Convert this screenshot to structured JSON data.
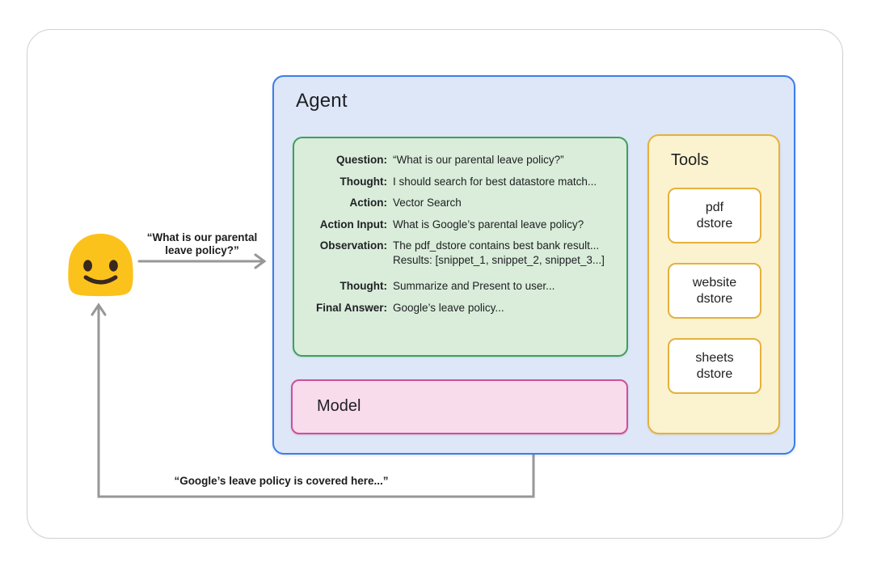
{
  "colors": {
    "agent_border": "#3d7de9",
    "agent_bg": "#dde7f8",
    "scratchpad_border": "#3f9e5a",
    "scratchpad_bg": "#d9edda",
    "tools_border": "#e5b13d",
    "tools_bg": "#fbf2cf",
    "tool_item_bg": "#ffffff",
    "model_border": "#cf4e9b",
    "model_bg": "#f9dcec",
    "connector_gray": "#979797",
    "emoji_yellow": "#fcc21c",
    "text_dark": "#202124"
  },
  "user": {
    "emoji": "blob-smile-emoji",
    "request": {
      "line1": "“What is our parental",
      "line2": "leave policy?”"
    },
    "response": "“Google’s leave policy is covered here...”"
  },
  "agent": {
    "title": "Agent",
    "scratchpad": {
      "rows": [
        {
          "label": "Question:",
          "value": "“What is our parental leave policy?”"
        },
        {
          "label": "Thought:",
          "value": "I should search for best datastore match..."
        },
        {
          "label": "Action:",
          "value": "Vector Search"
        },
        {
          "label": "Action Input:",
          "value": "What is Google’s parental leave policy?"
        },
        {
          "label": "Observation:",
          "value": "The pdf_dstore contains best bank result...",
          "value2": "Results: [snippet_1, snippet_2, snippet_3...]"
        },
        {
          "label": "Thought:",
          "value": "Summarize and Present to user..."
        },
        {
          "label": "Final Answer:",
          "value": "Google’s leave policy..."
        }
      ]
    },
    "model": {
      "title": "Model"
    },
    "tools": {
      "title": "Tools",
      "items": [
        {
          "line1": "pdf",
          "line2": "dstore"
        },
        {
          "line1": "website",
          "line2": "dstore"
        },
        {
          "line1": "sheets",
          "line2": "dstore"
        }
      ]
    }
  }
}
